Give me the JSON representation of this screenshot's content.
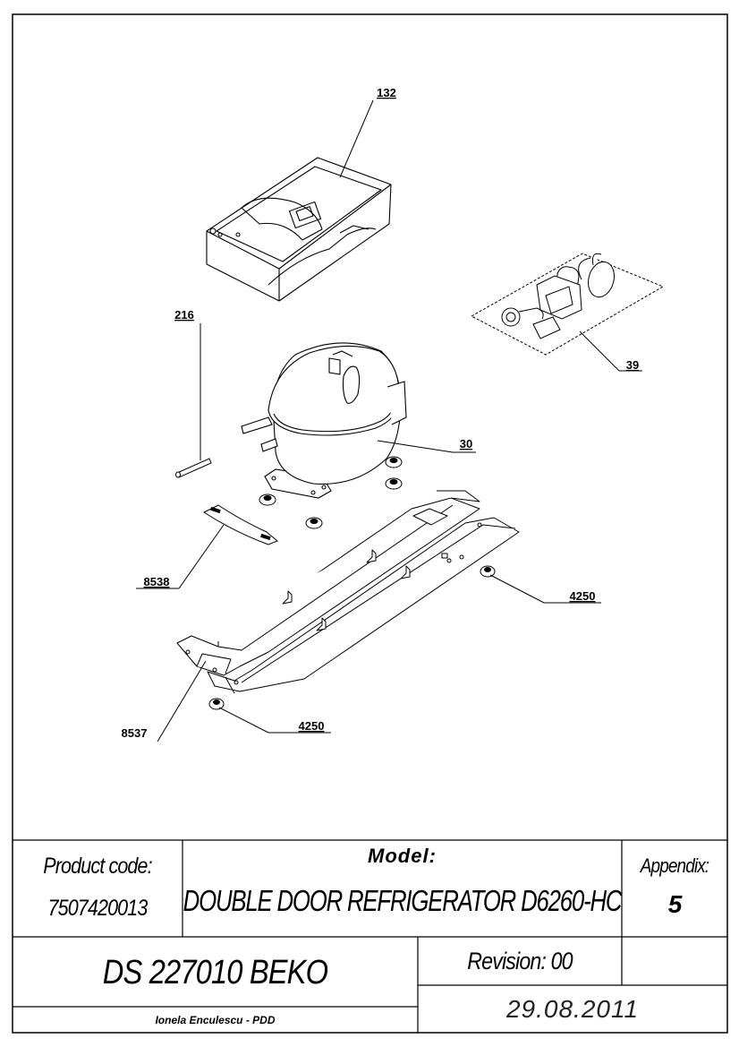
{
  "drawing": {
    "callouts": [
      {
        "id": "132",
        "label": "132"
      },
      {
        "id": "216",
        "label": "216"
      },
      {
        "id": "39",
        "label": "39"
      },
      {
        "id": "30",
        "label": "30"
      },
      {
        "id": "8538",
        "label": "8538"
      },
      {
        "id": "4250a",
        "label": "4250"
      },
      {
        "id": "8537",
        "label": "8537"
      },
      {
        "id": "4250b",
        "label": "4250"
      }
    ]
  },
  "title_block": {
    "product_code_label": "Product code:",
    "product_code_value": "7507420013",
    "model_label": "Model:",
    "model_value": "DOUBLE DOOR REFRIGERATOR D6260-HC",
    "appendix_label": "Appendix:",
    "appendix_value": "5",
    "document": "DS 227010 BEKO",
    "revision": "Revision: 00",
    "date": "29.08.2011",
    "author": "Ionela Enculescu - PDD"
  }
}
